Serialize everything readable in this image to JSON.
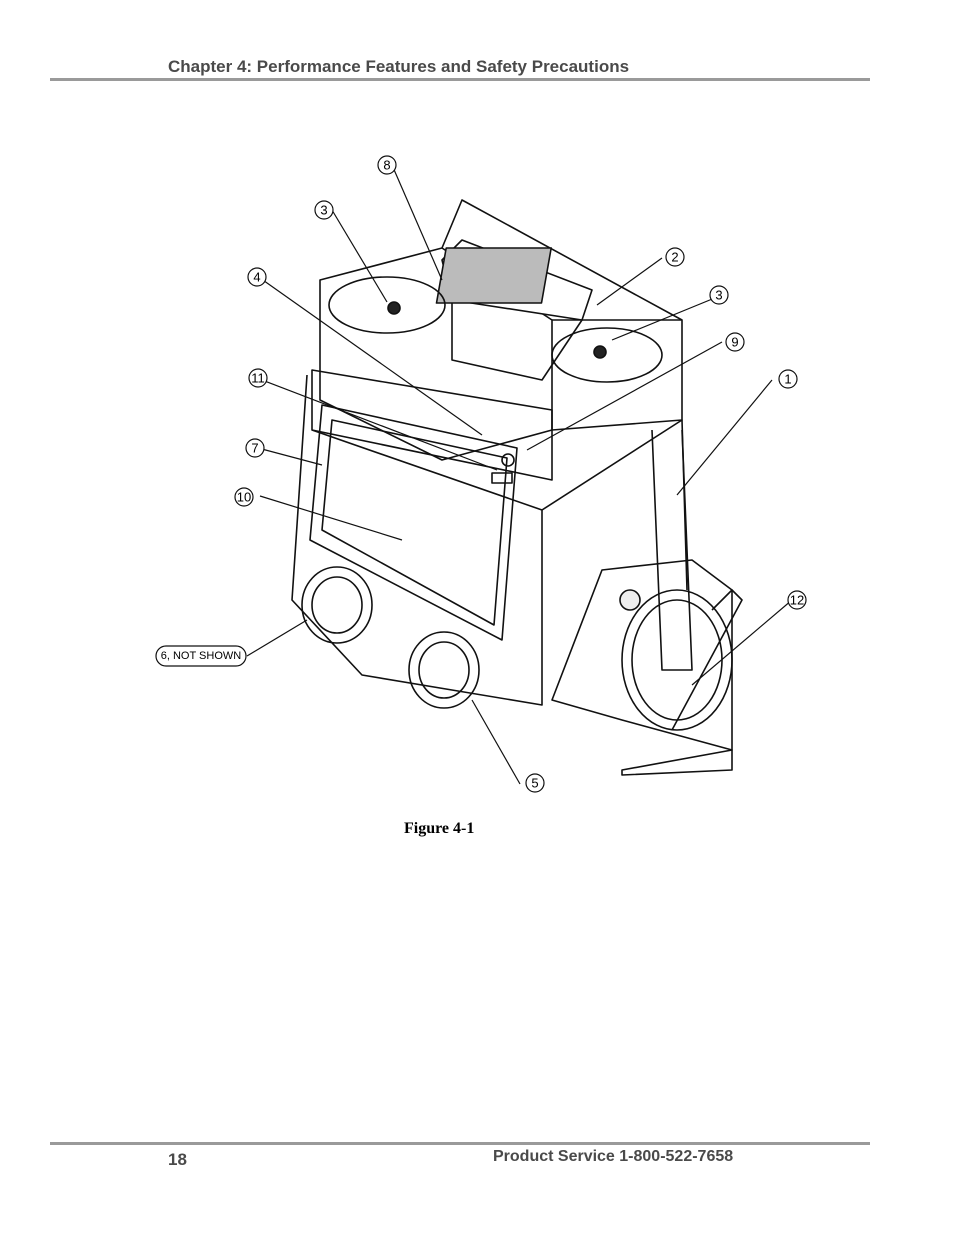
{
  "header": {
    "title": "Chapter 4: Performance Features and Safety Precautions"
  },
  "figure": {
    "caption": "Figure 4-1",
    "callouts": [
      "8",
      "3",
      "4",
      "2",
      "3",
      "9",
      "11",
      "1",
      "7",
      "10",
      "12",
      "6, NOT SHOWN",
      "5"
    ]
  },
  "footer": {
    "page_number": "18",
    "service_text": "Product Service 1-800-522-7658"
  }
}
